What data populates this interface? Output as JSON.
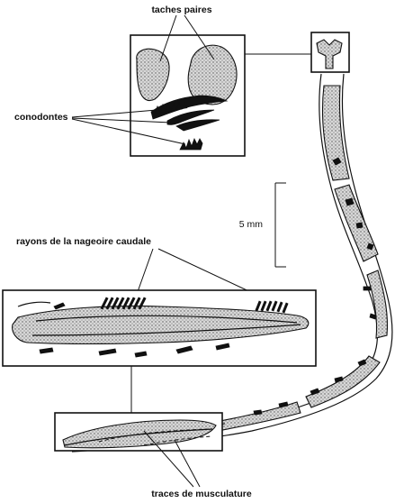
{
  "labels": {
    "paired_spots": "taches paires",
    "conodonts": "conodontes",
    "caudal_fin_rays": "rayons de la nageoire caudale",
    "musculature_traces": "traces de musculature",
    "scale_bar": "5 mm"
  },
  "colors": {
    "ink": "#111111",
    "paper": "#ffffff",
    "stipple": "#9a9a9a"
  }
}
